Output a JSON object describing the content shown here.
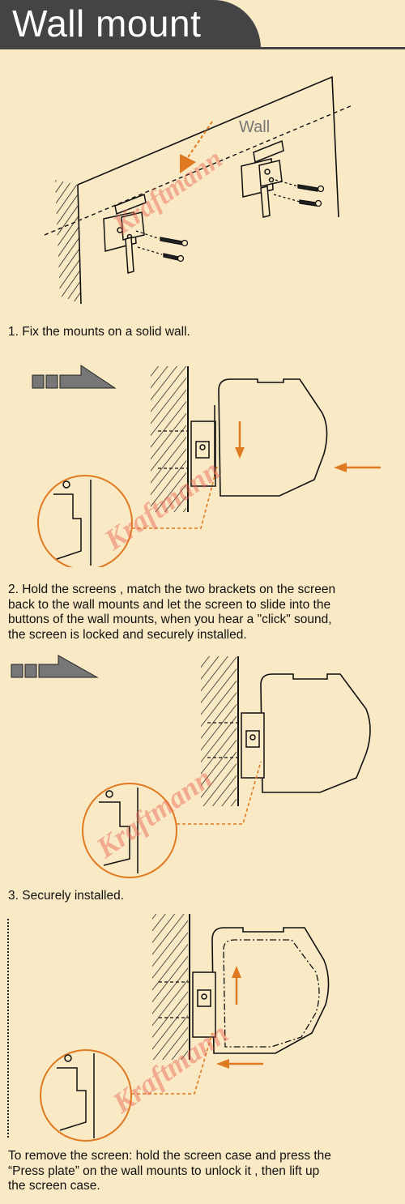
{
  "header": {
    "title": "Wall mount"
  },
  "step1": {
    "wall_label": "Wall",
    "caption": "1. Fix the mounts on a solid wall."
  },
  "step2": {
    "caption": "2. Hold the screens , match the two brackets on the screen\nback  to the wall mounts and let the screen to slide into the\nbuttons of the wall mounts, when you  hear a \"click\" sound,\nthe screen is locked and securely installed."
  },
  "step3": {
    "caption": "3. Securely installed."
  },
  "step4": {
    "caption": "To remove the screen: hold the screen case and press the\n“Press plate” on the wall mounts to unlock it  , then lift up\nthe screen case."
  },
  "watermark": "Kraftmann",
  "colors": {
    "header_bg": "#444444",
    "accent_orange": "#e07a22",
    "background": "#f9e9c4",
    "watermark": "#e8604f"
  }
}
